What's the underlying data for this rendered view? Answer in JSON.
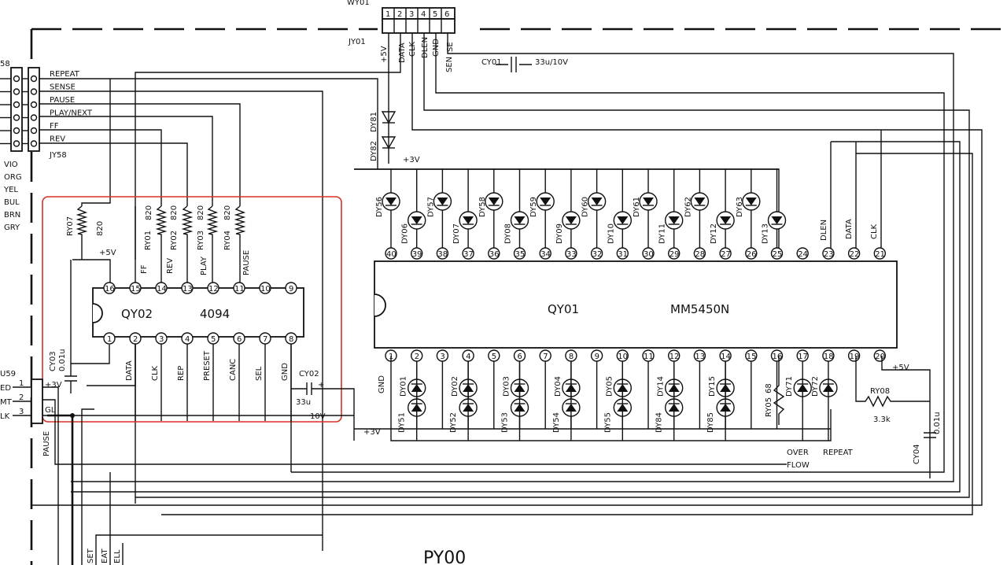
{
  "header": {
    "wy01": "WY01",
    "jy01": "JY01",
    "wy01_pins": [
      "1",
      "2",
      "3",
      "4",
      "5",
      "6"
    ],
    "jy01_signals": [
      "+5V",
      "DATA",
      "CLK",
      "DLEN",
      "GND",
      "SE",
      "SEN"
    ]
  },
  "left_connector": {
    "top_label": "58",
    "name": "JY58",
    "signals": [
      "REPEAT",
      "SENSE",
      "PAUSE",
      "PLAY/NEXT",
      "FF",
      "REV"
    ],
    "wire_colors": [
      "VIO",
      "ORG",
      "YEL",
      "BUL",
      "BRN",
      "GRY"
    ]
  },
  "lower_connector": {
    "label": "U59",
    "rows": [
      "ED",
      "MT",
      "LK"
    ],
    "pins": [
      "1",
      "2",
      "3"
    ],
    "supply": "+3V",
    "gnd": "GL",
    "pause": "PAUSE"
  },
  "qy02": {
    "ref": "QY02",
    "part": "4094",
    "top_pins": [
      "16",
      "15",
      "14",
      "13",
      "12",
      "11",
      "10",
      "9"
    ],
    "bottom_pins": [
      "1",
      "2",
      "3",
      "4",
      "5",
      "6",
      "7",
      "8"
    ],
    "bottom_signals": [
      "DATA",
      "CLK",
      "REP",
      "PRESET",
      "CANC",
      "SEL",
      "GND"
    ],
    "top_signals": [
      "FF",
      "REV",
      "PLAY",
      "PAUSE"
    ],
    "supply": "+5V"
  },
  "resistors": [
    {
      "ref": "RY07",
      "value": "820"
    },
    {
      "ref": "RY01",
      "value": "820"
    },
    {
      "ref": "RY02",
      "value": "820"
    },
    {
      "ref": "RY03",
      "value": "820"
    },
    {
      "ref": "RY04",
      "value": "820"
    },
    {
      "ref": "RY08",
      "value": "3.3k"
    },
    {
      "ref": "RY05",
      "value": "68"
    }
  ],
  "capacitors": [
    {
      "ref": "CY01",
      "value": "33u/10V"
    },
    {
      "ref": "CY02",
      "value": "33u",
      "voltage": "10V"
    },
    {
      "ref": "CY03",
      "value": "0.01u"
    },
    {
      "ref": "CY04",
      "value": "0.01u"
    }
  ],
  "qy01": {
    "ref": "QY01",
    "part": "MM5450N",
    "top_pins": [
      "40",
      "39",
      "38",
      "37",
      "36",
      "35",
      "34",
      "33",
      "32",
      "31",
      "30",
      "29",
      "28",
      "27",
      "26",
      "25",
      "24",
      "23",
      "22",
      "21"
    ],
    "bottom_pins": [
      "1",
      "2",
      "3",
      "4",
      "5",
      "6",
      "7",
      "8",
      "9",
      "10",
      "11",
      "12",
      "13",
      "14",
      "15",
      "16",
      "17",
      "18",
      "19",
      "20"
    ],
    "top_signals": [
      "DLEN",
      "DATA",
      "CLK"
    ],
    "gnd": "GND",
    "supply": "+5V"
  },
  "diodes": {
    "series": [
      "DY81",
      "DY82"
    ],
    "top_upper": [
      "DY56",
      "DY57",
      "DY58",
      "DY59",
      "DY60",
      "DY61",
      "DY62",
      "DY63"
    ],
    "top_lower": [
      "DY06",
      "DY07",
      "DY08",
      "DY09",
      "DY10",
      "DY11",
      "DY12",
      "DY13"
    ],
    "bottom_upper": [
      "DY01",
      "DY02",
      "DY03",
      "DY04",
      "DY05",
      "DY14",
      "DY15",
      "DY71",
      "DY72"
    ],
    "bottom_lower": [
      "DY51",
      "DY52",
      "DY53",
      "DY54",
      "DY55",
      "DY84",
      "DY85"
    ]
  },
  "rails": {
    "plus3v": "+3V",
    "plus5v": "+5V"
  },
  "notes": {
    "overflow": "OVER",
    "flow": "FLOW",
    "repeat": "REPEAT",
    "bottom_partial": [
      "SET",
      "EAT",
      "ELL"
    ],
    "board": "PY00"
  }
}
